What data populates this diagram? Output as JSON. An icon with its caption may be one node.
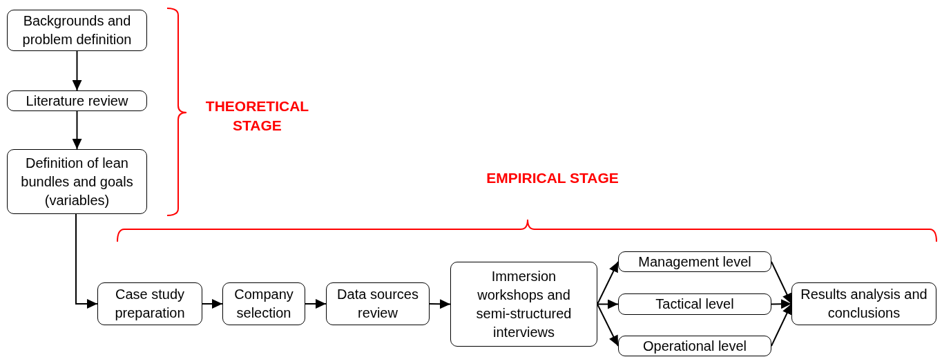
{
  "diagram": {
    "nodes": [
      {
        "text": [
          "Backgrounds and problem definition"
        ]
      },
      {
        "text": [
          "Literature review"
        ]
      },
      {
        "text": [
          "Definition of lean bundles and goals (variables)"
        ]
      },
      {
        "text": [
          "Case study preparation"
        ]
      },
      {
        "text": [
          "Company selection"
        ]
      },
      {
        "text": [
          "Data sources review"
        ]
      },
      {
        "text": [
          "Immersion workshops and semi-structured interviews"
        ]
      },
      {
        "text": [
          "Management level"
        ]
      },
      {
        "text": [
          "Tactical level"
        ]
      },
      {
        "text": [
          "Operational level"
        ]
      },
      {
        "text": [
          "Results analysis and conclusions"
        ]
      }
    ],
    "edges": [
      {
        "from": 0,
        "to": 1,
        "arrow": "to"
      },
      {
        "from": 1,
        "to": 2,
        "arrow": "to"
      },
      {
        "from": 2,
        "to": 3,
        "arrow": "to"
      },
      {
        "from": 3,
        "to": 4,
        "arrow": "to"
      },
      {
        "from": 4,
        "to": 5,
        "arrow": "to"
      },
      {
        "from": 5,
        "to": 6,
        "arrow": "to"
      },
      {
        "from": 6,
        "to": 7,
        "arrow": "to"
      },
      {
        "from": 6,
        "to": 8,
        "arrow": "to"
      },
      {
        "from": 6,
        "to": 9,
        "arrow": "to"
      },
      {
        "from": 7,
        "to": 10,
        "arrow": "to"
      },
      {
        "from": 8,
        "to": 10,
        "arrow": "to"
      },
      {
        "from": 9,
        "to": 10,
        "arrow": "to"
      }
    ],
    "labels": [
      "THEORETICAL STAGE",
      "EMPIRICAL STAGE"
    ]
  }
}
